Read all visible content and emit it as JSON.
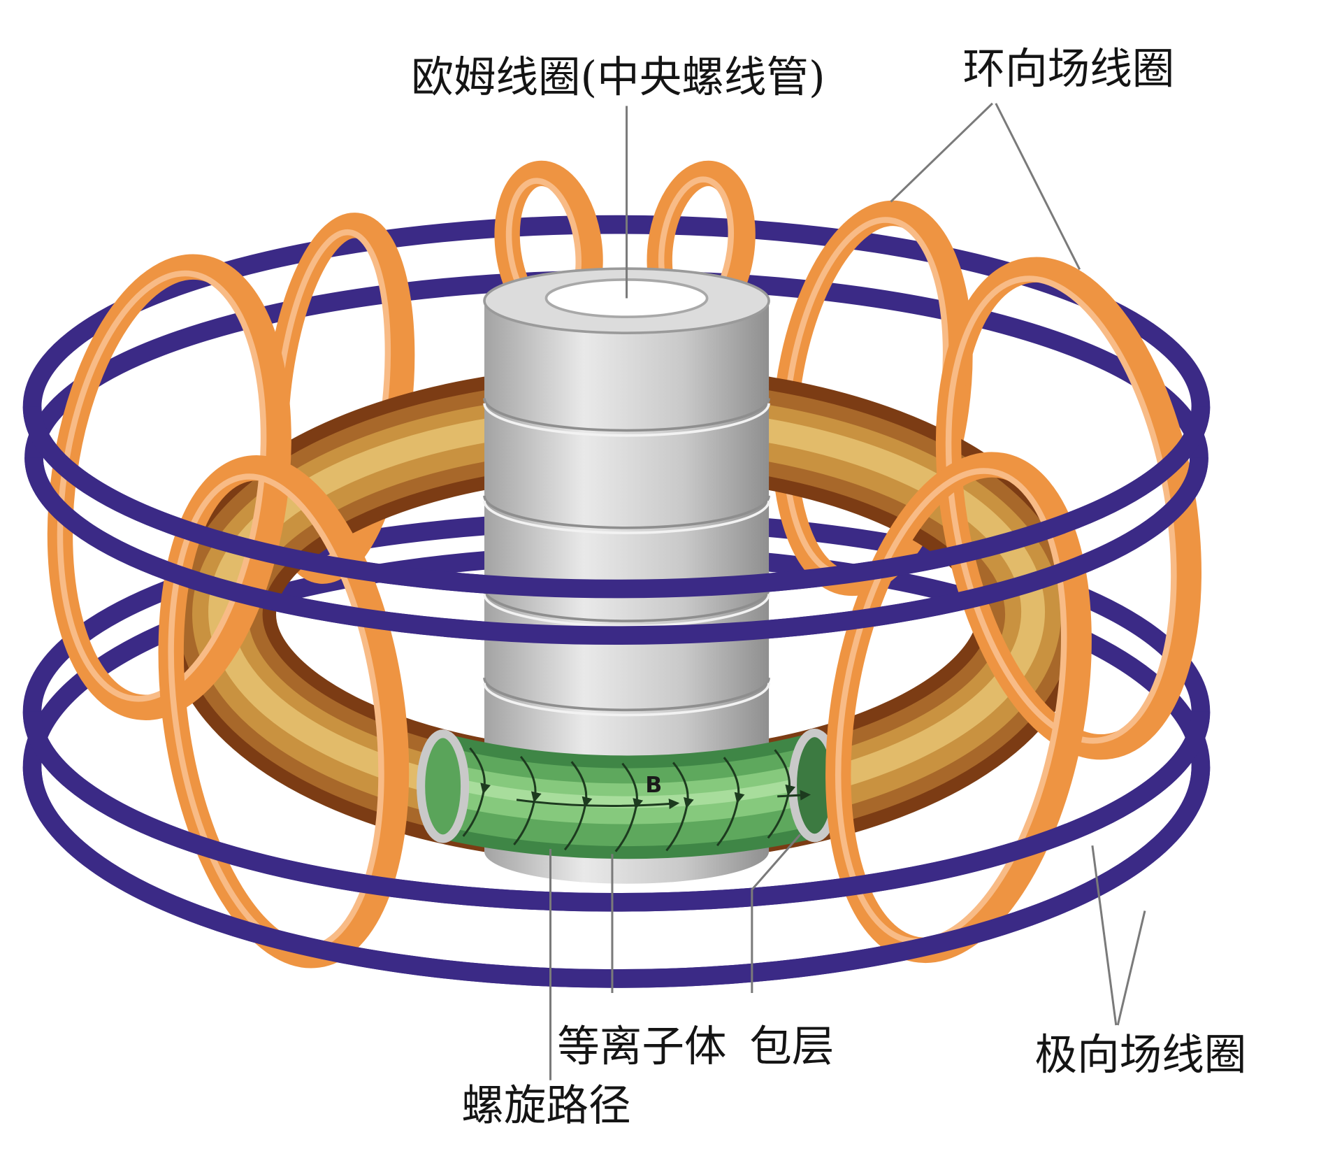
{
  "labels": {
    "ohmic_coil": "欧姆线圈(中央螺线管)",
    "toroidal_field_coil": "环向场线圈",
    "plasma": "等离子体",
    "blanket": "包层",
    "helical_path": "螺旋路径",
    "poloidal_field_coil": "极向场线圈",
    "magnetic_field": "B"
  },
  "colors": {
    "poloidal_field_coil": "#3b2a86",
    "toroidal_field_coil": "#ee9442"
  }
}
